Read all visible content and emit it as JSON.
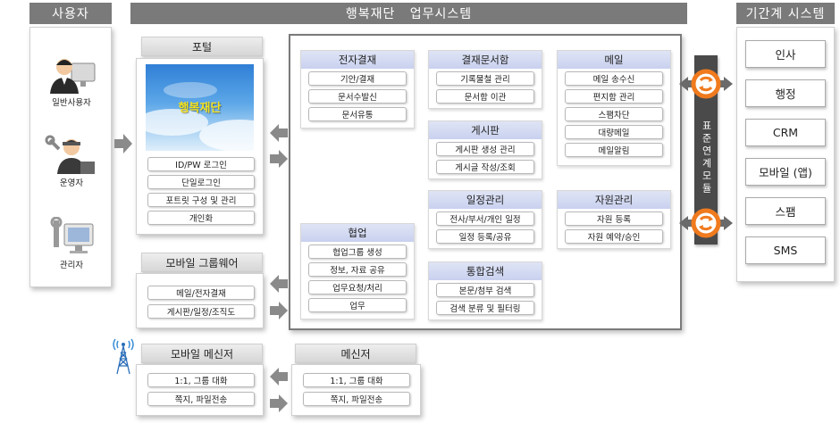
{
  "headers": {
    "users": "사용자",
    "main": "행복재단   업무시스템",
    "legacy": "기간계 시스템"
  },
  "users": [
    {
      "label": "일반사용자",
      "icon": "user-computer-icon"
    },
    {
      "label": "운영자",
      "icon": "operator-tools-icon"
    },
    {
      "label": "관리자",
      "icon": "admin-tools-icon"
    }
  ],
  "portal": {
    "title": "포털",
    "banner_text": "행복재단",
    "items": [
      "ID/PW 로그인",
      "단일로그인",
      "포트릿 구성 및 관리",
      "개인화"
    ]
  },
  "mobile_groupware": {
    "title": "모바일 그룹웨어",
    "items": [
      "메일/전자결재",
      "게시판/일정/조직도"
    ]
  },
  "mobile_messenger": {
    "title": "모바일 메신저",
    "items": [
      "1:1, 그룹 대화",
      "쪽지, 파일전송"
    ]
  },
  "messenger": {
    "title": "메신저",
    "items": [
      "1:1, 그룹 대화",
      "쪽지, 파일전송"
    ]
  },
  "modules": {
    "approval": {
      "title": "전자결재",
      "items": [
        "기안/결재",
        "문서수발신",
        "문서유통"
      ]
    },
    "archive": {
      "title": "결재문서함",
      "items": [
        "기록물철 관리",
        "문서함 이관"
      ]
    },
    "mail": {
      "title": "메일",
      "items": [
        "메일 송수신",
        "편지함 관리",
        "스팸차단",
        "대량메일",
        "메일알림"
      ]
    },
    "board": {
      "title": "게시판",
      "items": [
        "게시판 생성 관리",
        "게시글 작성/조회"
      ]
    },
    "schedule": {
      "title": "일정관리",
      "items": [
        "전사/부서/개인 일정",
        "일정 등록/공유"
      ]
    },
    "resource": {
      "title": "자원관리",
      "items": [
        "자원 등록",
        "자원 예약/승인"
      ]
    },
    "collab": {
      "title": "협업",
      "items": [
        "협업그룹 생성",
        "정보, 자료 공유",
        "업무요청/처리",
        "업무"
      ]
    },
    "search": {
      "title": "통합검색",
      "items": [
        "본문/첨부 검색",
        "검색 분류 및 필터링"
      ]
    }
  },
  "interface_label": "표준연계모듈",
  "legacy_systems": [
    "인사",
    "행정",
    "CRM",
    "모바일 (앱)",
    "스팸",
    "SMS"
  ],
  "colors": {
    "header_gray": "#7a7a7a",
    "module_title_blue": "#c9d1ef",
    "connector_orange": "#f07a1e",
    "interface_band": "#4a4a4a"
  }
}
